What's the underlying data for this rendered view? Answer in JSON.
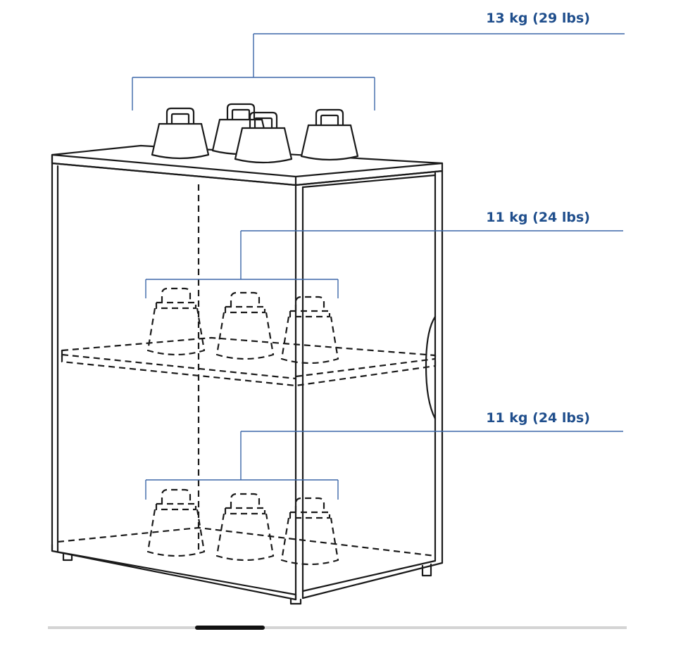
{
  "diagram": {
    "load_labels": {
      "top": "13 kg (29 lbs)",
      "middle": "11 kg (24 lbs)",
      "bottom": "11 kg (24 lbs)"
    }
  },
  "colors": {
    "label_blue": "#1f4e8c",
    "callout_line": "#3b67a8",
    "ink": "#1a1a1a"
  }
}
